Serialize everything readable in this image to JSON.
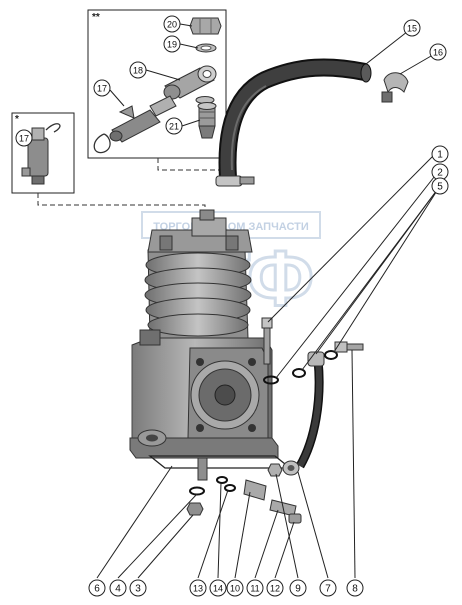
{
  "inset_double_star": {
    "label": "**"
  },
  "inset_single_star": {
    "label": "*"
  },
  "watermark": {
    "text": "ТОРГОВЫЙ ДОМ ЗАПЧАСТИ",
    "logo": "СТФ"
  },
  "callouts": [
    {
      "id": "c15",
      "label": "15"
    },
    {
      "id": "c16",
      "label": "16"
    },
    {
      "id": "c20",
      "label": "20"
    },
    {
      "id": "c19",
      "label": "19"
    },
    {
      "id": "c18",
      "label": "18"
    },
    {
      "id": "c17a",
      "label": "17"
    },
    {
      "id": "c21",
      "label": "21"
    },
    {
      "id": "c17b",
      "label": "17"
    },
    {
      "id": "c1",
      "label": "1"
    },
    {
      "id": "c2",
      "label": "2"
    },
    {
      "id": "c5",
      "label": "5"
    },
    {
      "id": "c6",
      "label": "6"
    },
    {
      "id": "c4",
      "label": "4"
    },
    {
      "id": "c3",
      "label": "3"
    },
    {
      "id": "c13",
      "label": "13"
    },
    {
      "id": "c14",
      "label": "14"
    },
    {
      "id": "c10",
      "label": "10"
    },
    {
      "id": "c11",
      "label": "11"
    },
    {
      "id": "c12",
      "label": "12"
    },
    {
      "id": "c9",
      "label": "9"
    },
    {
      "id": "c7",
      "label": "7"
    },
    {
      "id": "c8",
      "label": "8"
    }
  ],
  "colors": {
    "line": "#222222",
    "part_fill": "#9a9a9a",
    "part_dark": "#5a5a5a",
    "hose": "#2b2b2b",
    "watermark": "#c9d6e6"
  }
}
